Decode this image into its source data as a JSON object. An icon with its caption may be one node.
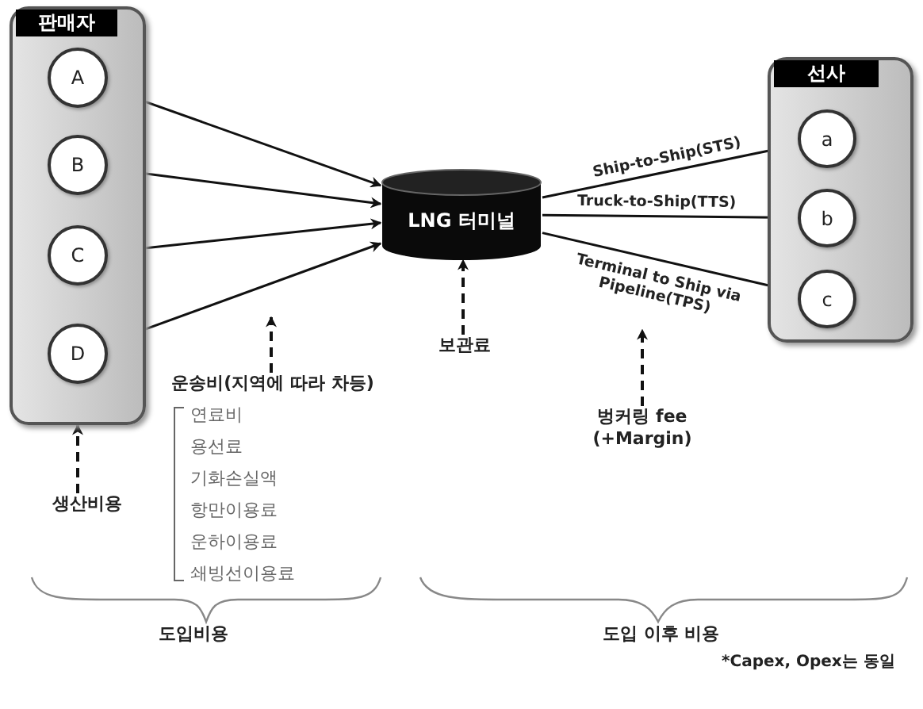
{
  "diagram": {
    "nodes": [
      {
        "text": [
          "판매자"
        ]
      },
      {
        "text": [
          "A"
        ],
        "in": 0
      },
      {
        "text": [
          "B"
        ],
        "in": 0
      },
      {
        "text": [
          "C"
        ],
        "in": 0
      },
      {
        "text": [
          "D"
        ],
        "in": 0
      },
      {
        "text": [
          "LNG 터미널"
        ]
      },
      {
        "text": [
          "선사"
        ]
      },
      {
        "text": [
          "a"
        ],
        "in": 6
      },
      {
        "text": [
          "b"
        ],
        "in": 6
      },
      {
        "text": [
          "c"
        ],
        "in": 6
      },
      {
        "text": [
          "생산비용"
        ]
      },
      {
        "text": [
          "운송비(지역에 따라 차등)"
        ]
      },
      {
        "text": [
          "보관료"
        ]
      },
      {
        "text": [
          "벙커링 fee (+Margin)"
        ]
      }
    ],
    "edges": [
      {
        "from": 1,
        "to": 5,
        "arrow": "to"
      },
      {
        "from": 2,
        "to": 5,
        "arrow": "to"
      },
      {
        "from": 3,
        "to": 5,
        "arrow": "to"
      },
      {
        "from": 4,
        "to": 5,
        "arrow": "to"
      },
      {
        "from": 5,
        "to": 7,
        "arrow": "to",
        "label": "Ship-to-Ship(STS)"
      },
      {
        "from": 5,
        "to": 8,
        "arrow": "to",
        "label": "Truck-to-Ship(TTS)"
      },
      {
        "from": 5,
        "to": 9,
        "arrow": "to",
        "label": "Terminal to Ship via Pipeline(TPS)"
      },
      {
        "from": 10,
        "to": 0,
        "arrow": "to",
        "style": "dashed"
      },
      {
        "from": 11,
        "to": null,
        "arrow": "to",
        "style": "dashed"
      },
      {
        "from": 12,
        "to": 5,
        "arrow": "to",
        "style": "dashed"
      },
      {
        "from": 13,
        "to": null,
        "arrow": "to",
        "style": "dashed"
      }
    ],
    "labels": [
      "연료비",
      "용선료",
      "기화손실액",
      "항만이용료",
      "운하이용료",
      "쇄빙선이용료",
      "도입비용",
      "도입 이후 비용",
      "*Capex, Opex는 동일"
    ]
  }
}
